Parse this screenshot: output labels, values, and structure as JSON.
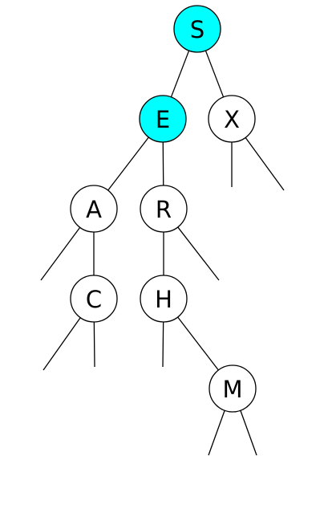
{
  "diagram": {
    "nodes": [
      {
        "id": "S",
        "label": "S",
        "highlighted": true
      },
      {
        "id": "E",
        "label": "E",
        "highlighted": true
      },
      {
        "id": "X",
        "label": "X",
        "highlighted": false
      },
      {
        "id": "A",
        "label": "A",
        "highlighted": false
      },
      {
        "id": "R",
        "label": "R",
        "highlighted": false
      },
      {
        "id": "C",
        "label": "C",
        "highlighted": false
      },
      {
        "id": "H",
        "label": "H",
        "highlighted": false
      },
      {
        "id": "M",
        "label": "M",
        "highlighted": false
      }
    ],
    "edges": [
      {
        "from": "S",
        "to": "E"
      },
      {
        "from": "S",
        "to": "X"
      },
      {
        "from": "E",
        "to": "A"
      },
      {
        "from": "E",
        "to": "R"
      },
      {
        "from": "A",
        "to": "C"
      },
      {
        "from": "R",
        "to": "H"
      },
      {
        "from": "H",
        "to": "M"
      }
    ],
    "null_links": [
      {
        "from": "X",
        "side": "left"
      },
      {
        "from": "X",
        "side": "right"
      },
      {
        "from": "A",
        "side": "left"
      },
      {
        "from": "C",
        "side": "left"
      },
      {
        "from": "C",
        "side": "right"
      },
      {
        "from": "R",
        "side": "right"
      },
      {
        "from": "H",
        "side": "left"
      },
      {
        "from": "M",
        "side": "left"
      },
      {
        "from": "M",
        "side": "right"
      }
    ],
    "colors": {
      "highlight_fill": "#00ffff",
      "default_fill": "#ffffff",
      "stroke": "#000000"
    }
  }
}
